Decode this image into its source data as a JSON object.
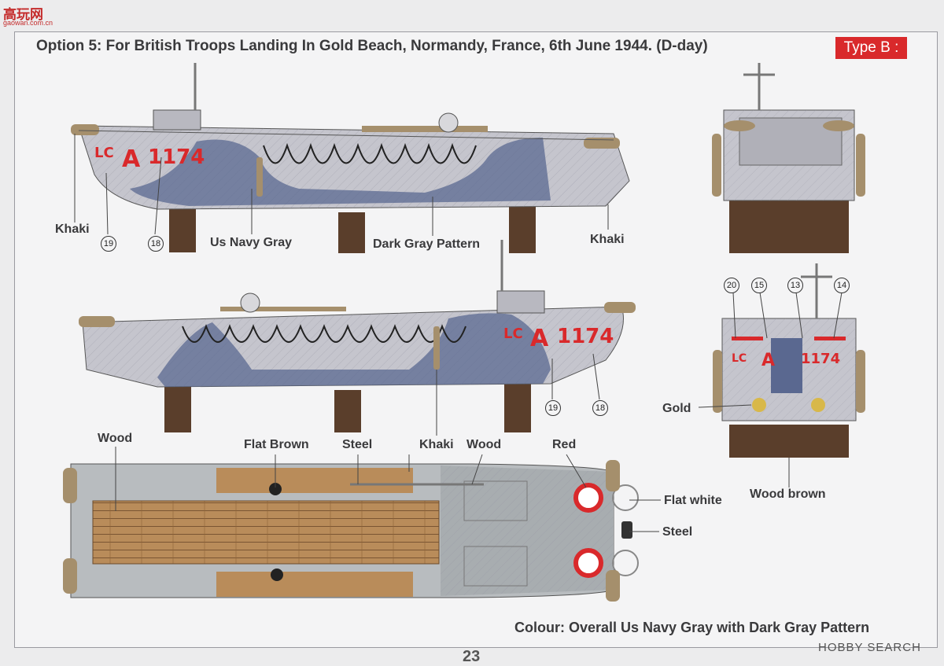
{
  "site_logo": {
    "name": "高玩网",
    "sub": "gaowan.com.cn"
  },
  "title": "Option 5: For British Troops Landing In Gold Beach, Normandy, France, 6th June 1944. (D-day)",
  "type_badge": "Type B :",
  "hull_marking": {
    "prefix": "LC",
    "letter": "A",
    "number": "1174"
  },
  "callout_numbers": [
    "19",
    "18",
    "19",
    "18",
    "20",
    "15",
    "13",
    "14"
  ],
  "labels": {
    "khaki_left": "Khaki",
    "us_navy_gray": "Us Navy Gray",
    "dark_gray_pattern": "Dark Gray Pattern",
    "khaki_right": "Khaki",
    "khaki_mid": "Khaki",
    "wood_top_left": "Wood",
    "flat_brown": "Flat Brown",
    "steel_top": "Steel",
    "wood_top_right": "Wood",
    "red": "Red",
    "flat_white": "Flat white",
    "steel_right": "Steel",
    "gold": "Gold",
    "wood_brown": "Wood brown"
  },
  "caption": "Colour: Overall Us Navy Gray with Dark Gray Pattern",
  "page_number": "23",
  "watermark": "HOBBY SEARCH",
  "colors": {
    "navy_gray": "#c5c5cd",
    "dark_pattern": "#5a6890",
    "khaki": "#a58f6c",
    "wood": "#b98c5a",
    "stand_brown": "#5a3e2b",
    "red": "#d9292b",
    "deck_gray": "#a8adb0"
  }
}
